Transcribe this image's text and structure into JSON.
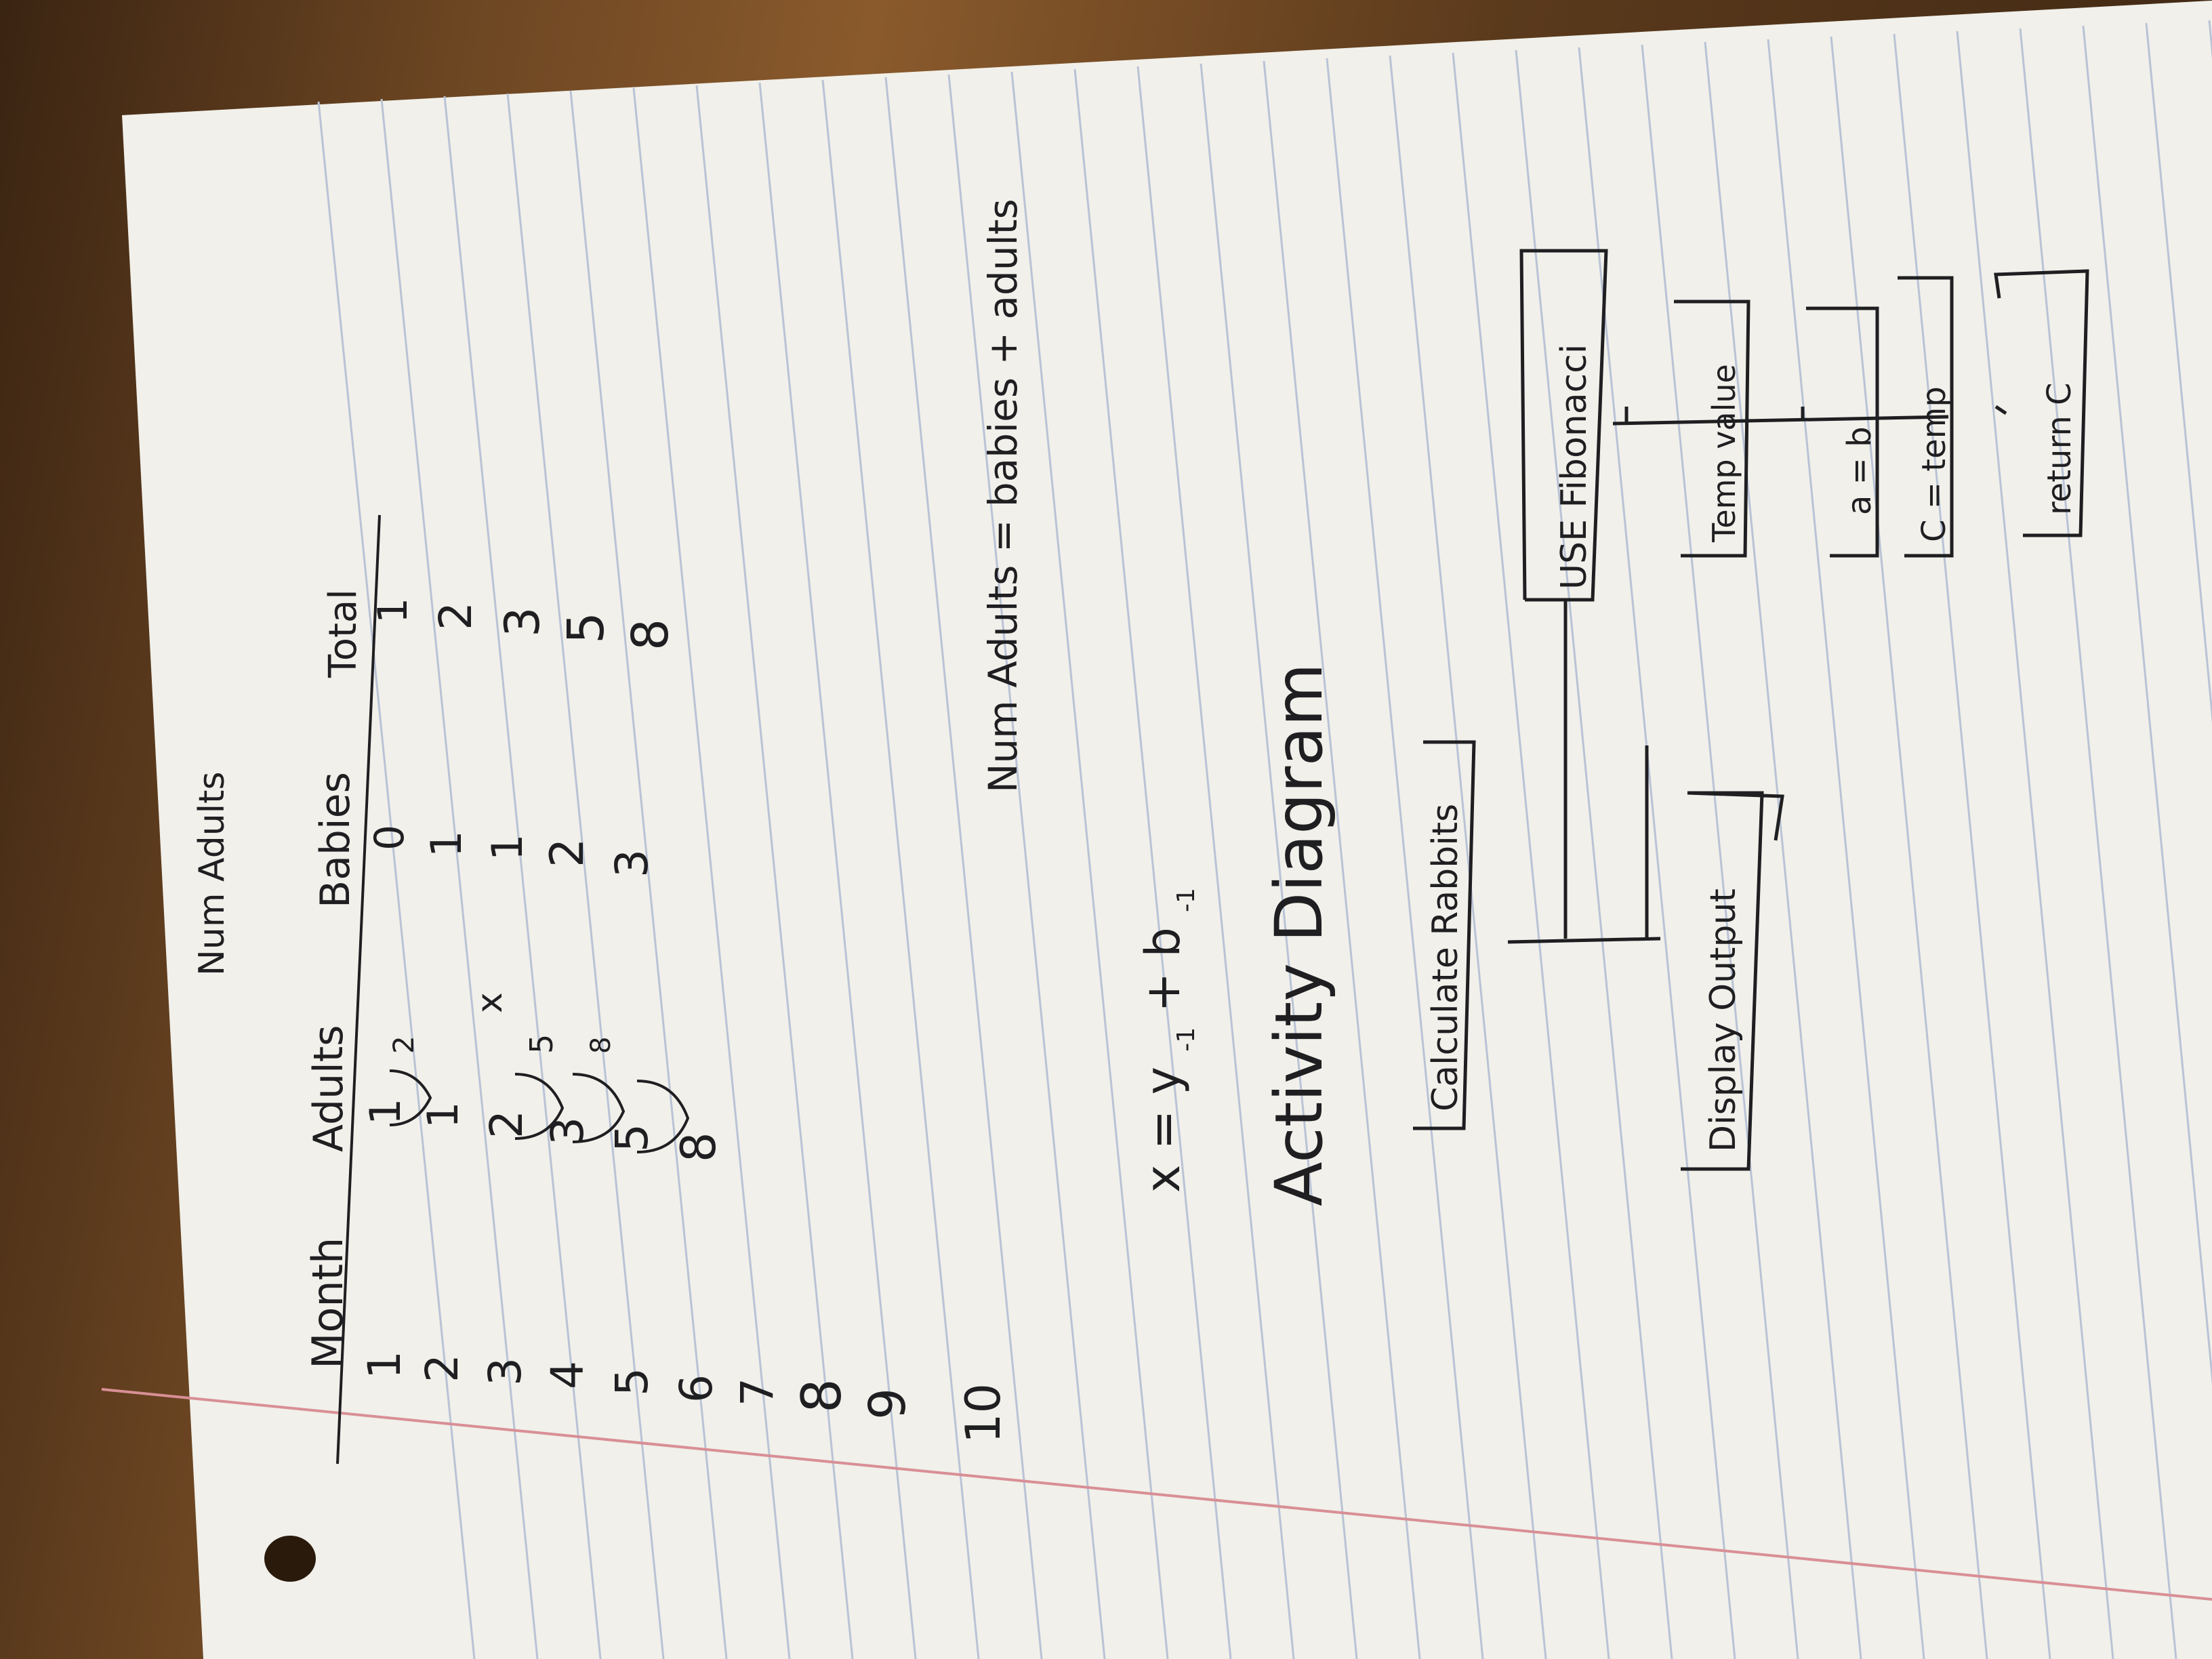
{
  "notes": {
    "heading": "Num Adults",
    "table": {
      "headers": [
        "Month",
        "Adults",
        "Babies",
        "Total"
      ],
      "months": [
        "1",
        "2",
        "3",
        "4",
        "5",
        "6",
        "7",
        "8",
        "9",
        "10"
      ],
      "adults": [
        "1",
        "1",
        "2",
        "3",
        "5",
        "8"
      ],
      "adult_annotations": [
        "2",
        "x",
        "5",
        "8"
      ],
      "babies": [
        "0",
        "1",
        "1",
        "2",
        "3"
      ],
      "totals": [
        "1",
        "2",
        "3",
        "5",
        "8"
      ]
    },
    "formula": "x = y",
    "formula_sub_1": "-1",
    "formula_plus": "+ b",
    "formula_sub_2": "-1",
    "relation": "Num Adults = babies + adults"
  },
  "activity_diagram": {
    "title": "Activity Diagram",
    "nodes": {
      "calculate": "Calculate Rabbits",
      "display": "Display Output",
      "fibonacci": "USE Fibonacci",
      "temp": "Temp value",
      "assign_a": "a = b",
      "assign_c": "C = temp",
      "return": "return C"
    }
  },
  "colors": {
    "ink": "#1f1f22",
    "paper": "#f1f0ea",
    "rule_line": "#b9c3d6",
    "margin_line": "#d88f95"
  }
}
